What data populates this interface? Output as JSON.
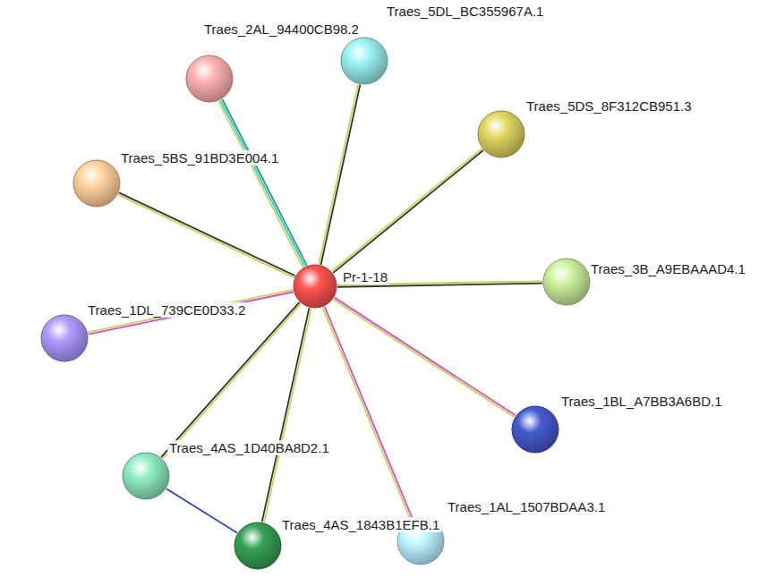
{
  "diagram": {
    "nodes": [
      {
        "text": [
          "Traes_5DL_BC355967A.1"
        ]
      },
      {
        "text": [
          "Traes_2AL_94400CB98.2"
        ]
      },
      {
        "text": [
          "Traes_5DS_8F312CB951.3"
        ]
      },
      {
        "text": [
          "Traes_5BS_91BD3E004.1"
        ]
      },
      {
        "text": [
          "Pr-1-18"
        ]
      },
      {
        "text": [
          "Traes_3B_A9EBAAAD4.1"
        ]
      },
      {
        "text": [
          "Traes_1DL_739CE0D33.2"
        ]
      },
      {
        "text": [
          "Traes_1BL_A7BB3A6BD.1"
        ]
      },
      {
        "text": [
          "Traes_4AS_1D40BA8D2.1"
        ]
      },
      {
        "text": [
          "Traes_1AL_1507BDAA3.1"
        ]
      },
      {
        "text": [
          "Traes_4AS_1843B1EFB.1"
        ]
      }
    ],
    "edges": [
      {
        "from": 4,
        "to": 0,
        "arrow": "none"
      },
      {
        "from": 4,
        "to": 1,
        "arrow": "none"
      },
      {
        "from": 4,
        "to": 2,
        "arrow": "none"
      },
      {
        "from": 4,
        "to": 3,
        "arrow": "none"
      },
      {
        "from": 4,
        "to": 5,
        "arrow": "none"
      },
      {
        "from": 4,
        "to": 6,
        "arrow": "none"
      },
      {
        "from": 4,
        "to": 7,
        "arrow": "none"
      },
      {
        "from": 4,
        "to": 8,
        "arrow": "none"
      },
      {
        "from": 4,
        "to": 9,
        "arrow": "none"
      },
      {
        "from": 4,
        "to": 10,
        "arrow": "none"
      },
      {
        "from": 8,
        "to": 10,
        "arrow": "none"
      }
    ]
  }
}
